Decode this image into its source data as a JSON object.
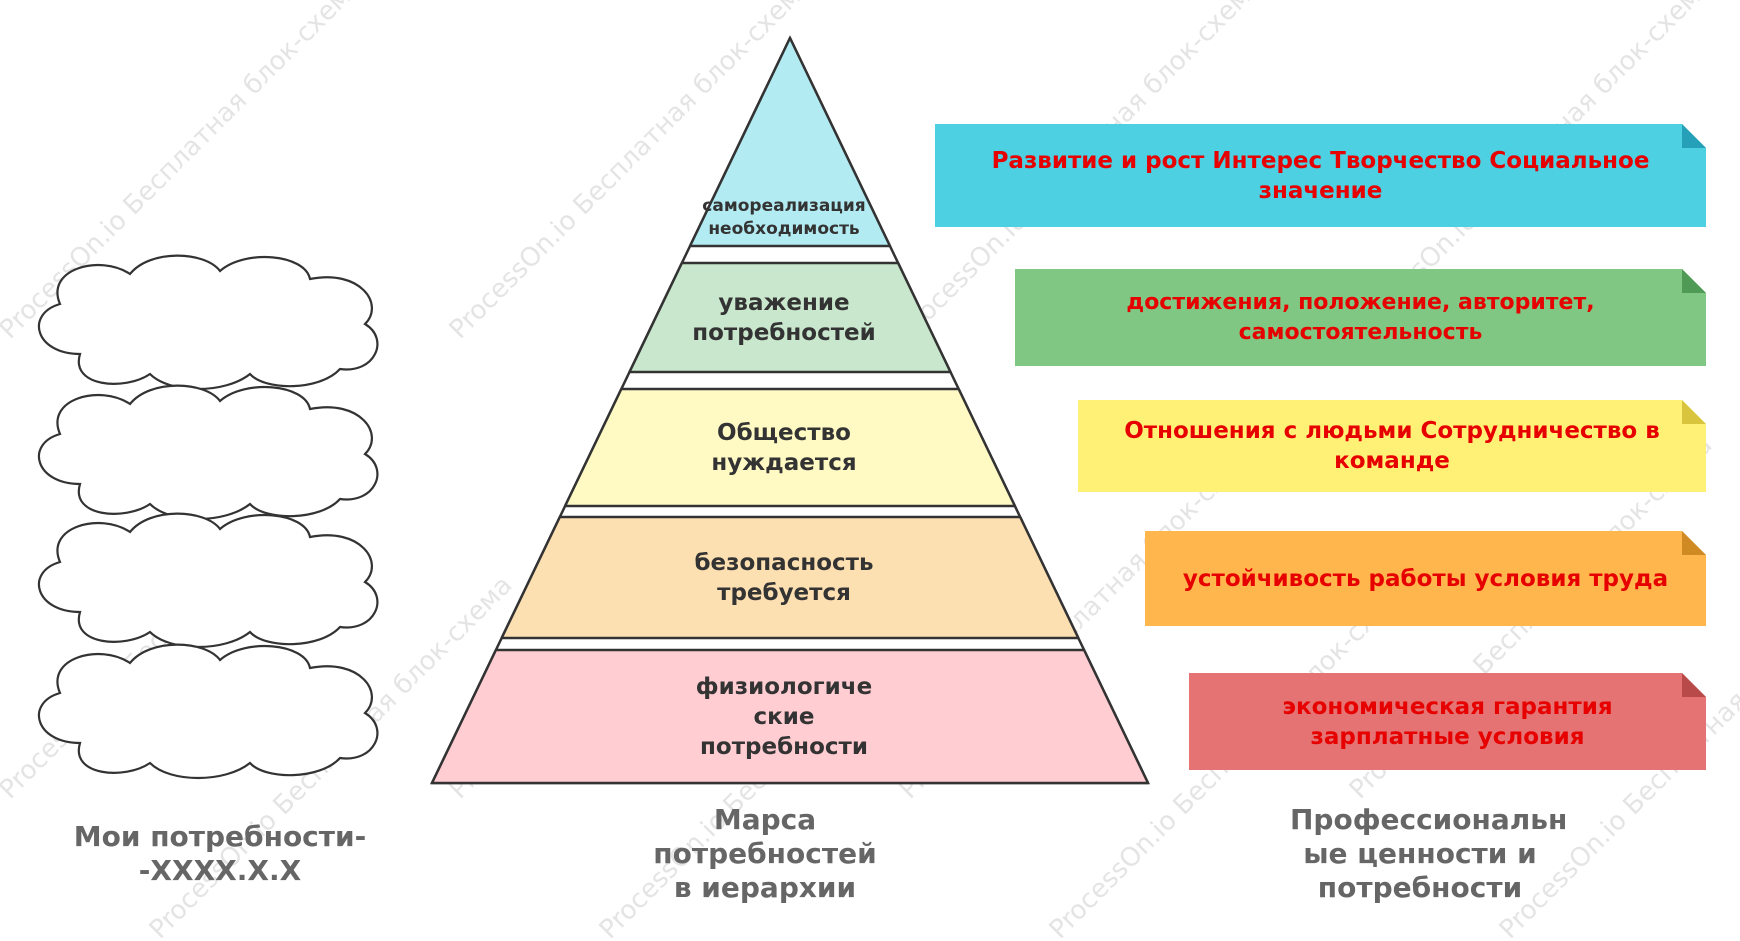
{
  "watermark": "ProcessOn.io Бесплатная блок-схема",
  "pyramid": {
    "tiers": [
      {
        "label": "самореализация необходимость",
        "color": "#b3ebf2"
      },
      {
        "label": "уважение потребностей",
        "color": "#c9e7cc"
      },
      {
        "label": "Общество нуждается",
        "color": "#fff9c4"
      },
      {
        "label": "безопасность требуется",
        "color": "#fde0b2"
      },
      {
        "label": "физиологиче ские потребности",
        "color": "#ffcdd2"
      }
    ]
  },
  "notes": [
    {
      "text": "Развитие и рост Интерес Творчество Социальное значение",
      "color": "#4dd0e1",
      "fold_color": "#26a0b8"
    },
    {
      "text": "достижения, положение, авторитет, самостоятельность",
      "color": "#81c784",
      "fold_color": "#4f9a55"
    },
    {
      "text": "Отношения с людьми Сотрудничество в команде",
      "color": "#fff176",
      "fold_color": "#d9c53d"
    },
    {
      "text": "устойчивость работы условия труда",
      "color": "#ffb74d",
      "fold_color": "#d08a24"
    },
    {
      "text": "экономическая гарантия  зарплатные условия",
      "color": "#e57373",
      "fold_color": "#b84a4a"
    }
  ],
  "clouds": [
    {
      "name": "cloud-1"
    },
    {
      "name": "cloud-2"
    },
    {
      "name": "cloud-3"
    },
    {
      "name": "cloud-4"
    }
  ],
  "captions": {
    "left": "Мои потребности--ХXXX.X.X",
    "center": "Марса потребностей в иерархии",
    "right": "Профессиональн ые ценности и потребности"
  }
}
